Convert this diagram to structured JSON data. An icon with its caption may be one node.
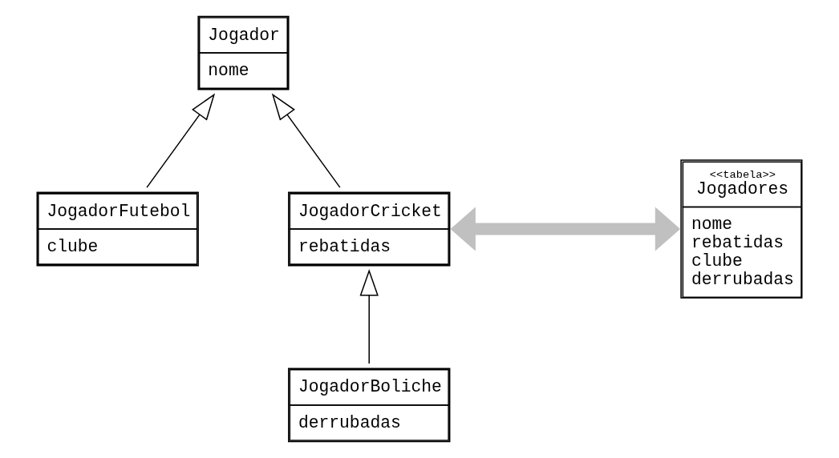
{
  "diagram": {
    "nodes": [
      {
        "text": [
          "Jogador",
          "nome"
        ]
      },
      {
        "text": [
          "JogadorFutebol",
          "clube"
        ]
      },
      {
        "text": [
          "JogadorCricket",
          "rebatidas"
        ]
      },
      {
        "text": [
          "JogadorBoliche",
          "derrubadas"
        ]
      },
      {
        "text": [
          "<<tabela>>",
          "Jogadores",
          "nome rebatidas clube derrubadas"
        ]
      }
    ],
    "edges": [
      {
        "from": 1,
        "to": 0,
        "arrow": "to"
      },
      {
        "from": 2,
        "to": 0,
        "arrow": "to"
      },
      {
        "from": 3,
        "to": 2,
        "arrow": "to"
      },
      {
        "from": 2,
        "to": 4,
        "arrow": "both",
        "style": "thick",
        "color": "#c0c0c0"
      }
    ]
  }
}
